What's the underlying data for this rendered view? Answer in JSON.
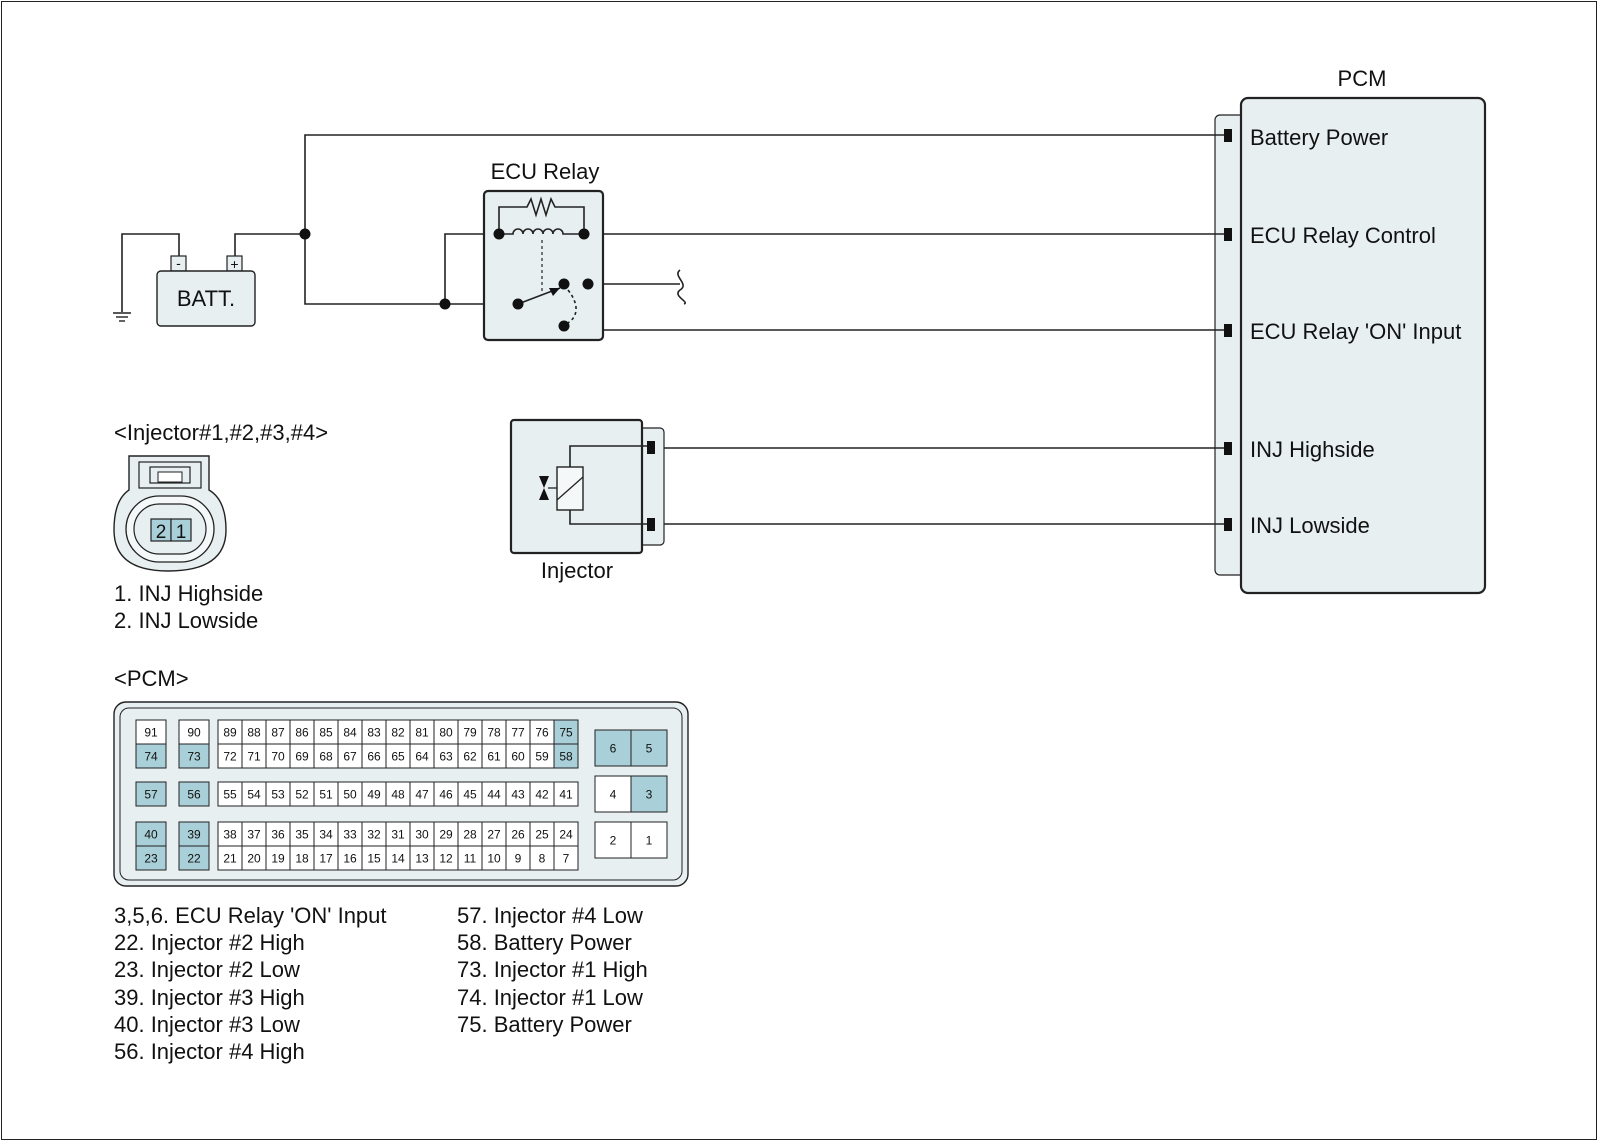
{
  "schematic": {
    "pcm_title": "PCM",
    "pcm_terminals": [
      "Battery Power",
      "ECU Relay Control",
      "ECU Relay 'ON' Input",
      "INJ Highside",
      "INJ Lowside"
    ],
    "ecu_relay_label": "ECU Relay",
    "battery_label": "BATT.",
    "battery_minus": "-",
    "battery_plus": "+",
    "injector_label": "Injector"
  },
  "injector_connector": {
    "title": "<Injector#1,#2,#3,#4>",
    "pins": [
      "2",
      "1"
    ],
    "legend": [
      "1. INJ Highside",
      "2. INJ Lowside"
    ]
  },
  "pcm_connector": {
    "title": "<PCM>",
    "highlight_color": "#a9cfd8",
    "left_pins": {
      "row1": [
        "91",
        "90"
      ],
      "row2": [
        "74",
        "73"
      ],
      "row3": [
        "57",
        "56"
      ],
      "row4": [
        "40",
        "39"
      ],
      "row5": [
        "23",
        "22"
      ]
    },
    "main_rows": {
      "row1": [
        "89",
        "88",
        "87",
        "86",
        "85",
        "84",
        "83",
        "82",
        "81",
        "80",
        "79",
        "78",
        "77",
        "76",
        "75"
      ],
      "row2": [
        "72",
        "71",
        "70",
        "69",
        "68",
        "67",
        "66",
        "65",
        "64",
        "63",
        "62",
        "61",
        "60",
        "59",
        "58"
      ],
      "row3": [
        "55",
        "54",
        "53",
        "52",
        "51",
        "50",
        "49",
        "48",
        "47",
        "46",
        "45",
        "44",
        "43",
        "42",
        "41"
      ],
      "row4": [
        "38",
        "37",
        "36",
        "35",
        "34",
        "33",
        "32",
        "31",
        "30",
        "29",
        "28",
        "27",
        "26",
        "25",
        "24"
      ],
      "row5": [
        "21",
        "20",
        "19",
        "18",
        "17",
        "16",
        "15",
        "14",
        "13",
        "12",
        "11",
        "10",
        "9",
        "8",
        "7"
      ]
    },
    "power_pins": [
      [
        "6",
        "5"
      ],
      [
        "4",
        "3"
      ],
      [
        "2",
        "1"
      ]
    ],
    "highlighted": [
      "74",
      "73",
      "57",
      "56",
      "40",
      "39",
      "23",
      "22",
      "75",
      "58",
      "6",
      "5",
      "3"
    ],
    "legend_left": [
      "3,5,6. ECU Relay 'ON' Input",
      "22. Injector #2 High",
      "23. Injector #2 Low",
      "39. Injector #3 High",
      "40. Injector #3 Low",
      "56. Injector #4 High"
    ],
    "legend_right": [
      "57. Injector #4 Low",
      "58. Battery Power",
      "73. Injector #1 High",
      "74. Injector #1 Low",
      "75. Battery Power"
    ]
  }
}
